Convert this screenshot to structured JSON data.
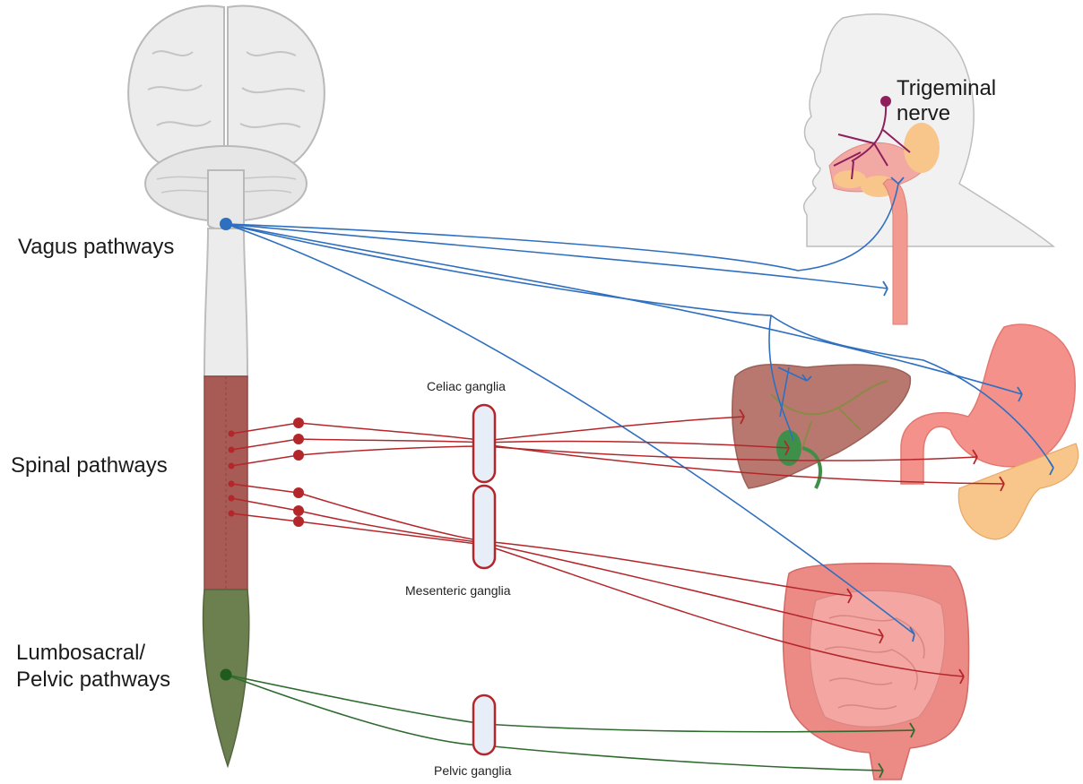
{
  "labels": {
    "vagus": "Vagus pathways",
    "spinal": "Spinal pathways",
    "lumbosacral_line1": "Lumbosacral/",
    "lumbosacral_line2": "Pelvic pathways",
    "trigeminal_line1": "Trigeminal",
    "trigeminal_line2": "nerve",
    "celiac": "Celiac ganglia",
    "mesenteric": "Mesenteric ganglia",
    "pelvic": "Pelvic ganglia"
  },
  "colors": {
    "vagus": "#2f6fc0",
    "spinal": "#b3262a",
    "pelvic": "#2e6b2e",
    "trigeminal": "#8e1f5c",
    "brain": "#ececec",
    "brain_stroke": "#b9b9b9",
    "spinal_segment": "#a85a55",
    "lumbar_segment": "#6b7f4f",
    "ganglion_fill": "#e8eef8",
    "stomach": "#f4918b",
    "liver": "#b9786f",
    "intestine": "#ec8a86",
    "pancreas": "#f8c68a",
    "esophagus": "#f29a90",
    "head_skin": "#f1f1f1"
  }
}
